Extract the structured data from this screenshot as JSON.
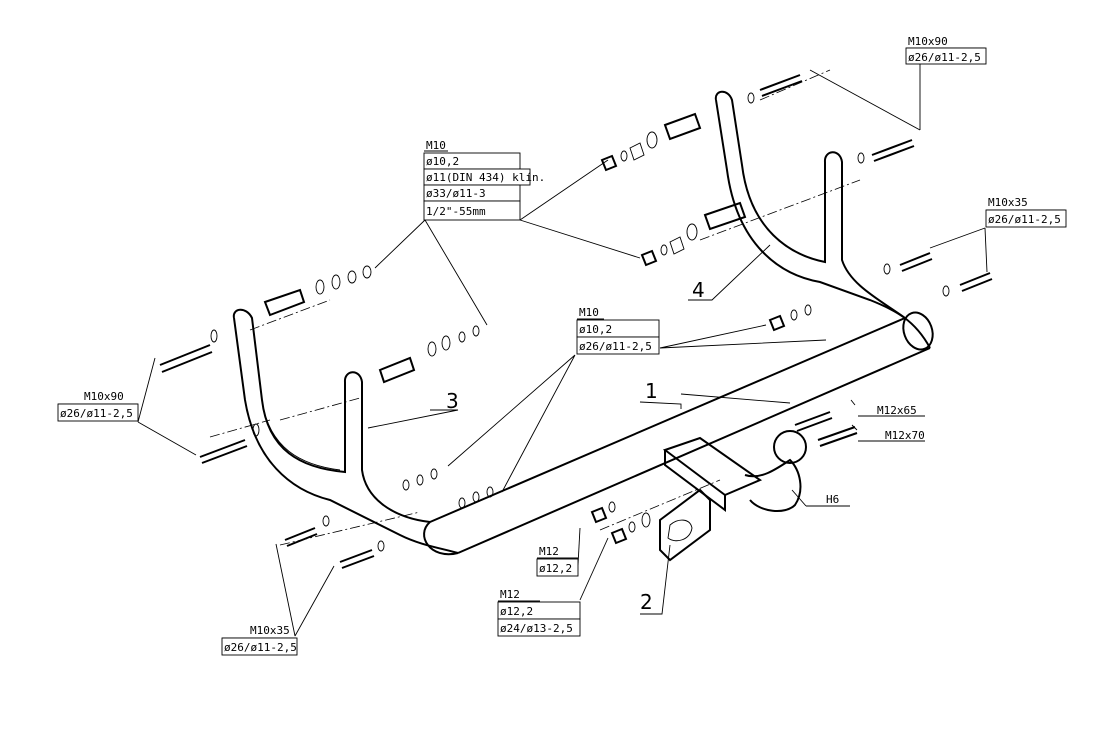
{
  "labels": {
    "tr_bolt_a": "M10x90",
    "tr_bolt_b": "ø26/ø11-2,5",
    "tl_m10": "M10",
    "tl_nut": "ø10,2",
    "tl_din": "ø11(DIN 434) klín.",
    "tl_washer": "ø33/ø11-3",
    "tl_spacer": "1/2\"-55mm",
    "r_bolt_a": "M10x35",
    "r_bolt_b": "ø26/ø11-2,5",
    "c_m10": "M10",
    "c_nut": "ø10,2",
    "c_washer": "ø26/ø11-2,5",
    "l_bolt_a": "M10x90",
    "l_bolt_b": "ø26/ø11-2,5",
    "m12x65": "M12x65",
    "m12x70": "M12x70",
    "h6": "H6",
    "b_m12_a": "M12",
    "b_m12_b": "ø12,2",
    "b2_m12_a": "M12",
    "b2_m12_b": "ø12,2",
    "b2_m12_c": "ø24/ø13-2,5",
    "bl_bolt_a": "M10x35",
    "bl_bolt_b": "ø26/ø11-2,5"
  },
  "parts": {
    "p1": "1",
    "p2": "2",
    "p3": "3",
    "p4": "4"
  }
}
